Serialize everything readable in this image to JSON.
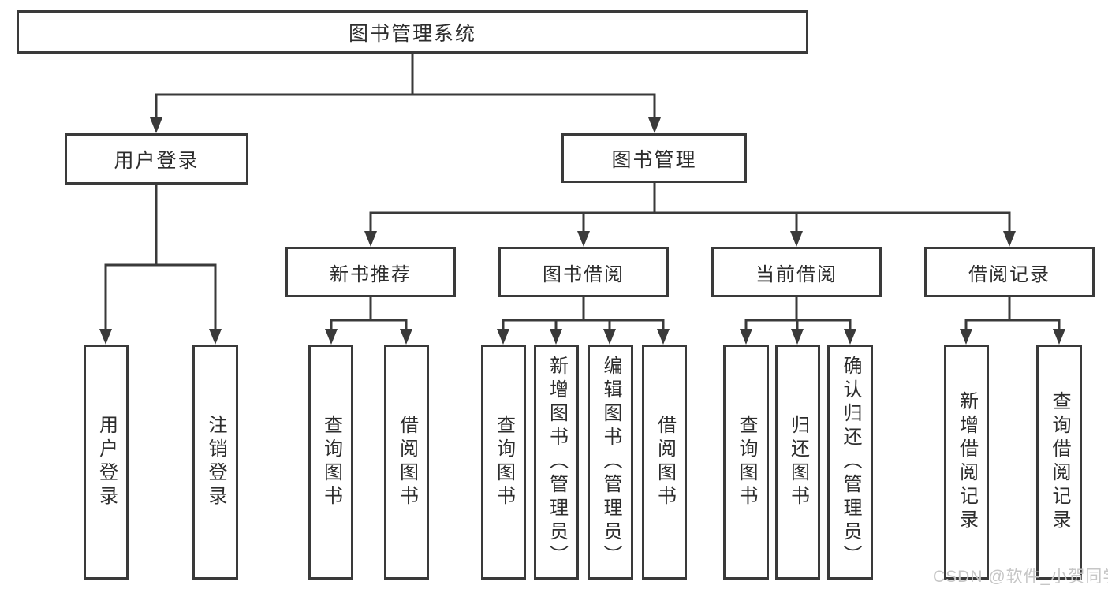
{
  "diagram": {
    "type": "hierarchy-tree",
    "orientation": "top-down"
  },
  "tree": {
    "root": {
      "label": "图书管理系统"
    },
    "branches": [
      {
        "label": "用户登录",
        "children": [
          {
            "label": "用户登录"
          },
          {
            "label": "注销登录"
          }
        ]
      },
      {
        "label": "图书管理",
        "children": [
          {
            "label": "新书推荐",
            "children": [
              {
                "label": "查询图书"
              },
              {
                "label": "借阅图书"
              }
            ]
          },
          {
            "label": "图书借阅",
            "children": [
              {
                "label": "查询图书"
              },
              {
                "label": "新增图书（管理员）"
              },
              {
                "label": "编辑图书（管理员）"
              },
              {
                "label": "借阅图书"
              }
            ]
          },
          {
            "label": "当前借阅",
            "children": [
              {
                "label": "查询图书"
              },
              {
                "label": "归还图书"
              },
              {
                "label": "确认归还（管理员）"
              }
            ]
          },
          {
            "label": "借阅记录",
            "children": [
              {
                "label": "新增借阅记录"
              },
              {
                "label": "查询借阅记录"
              }
            ]
          }
        ]
      }
    ]
  },
  "watermark": {
    "text": "CSDN @软件_小贺同学"
  },
  "colors": {
    "line": "#3a3a3a",
    "box_border": "#3a3a3a",
    "text": "#2d2d2d",
    "background": "#ffffff",
    "watermark": "#c6c6c6"
  }
}
